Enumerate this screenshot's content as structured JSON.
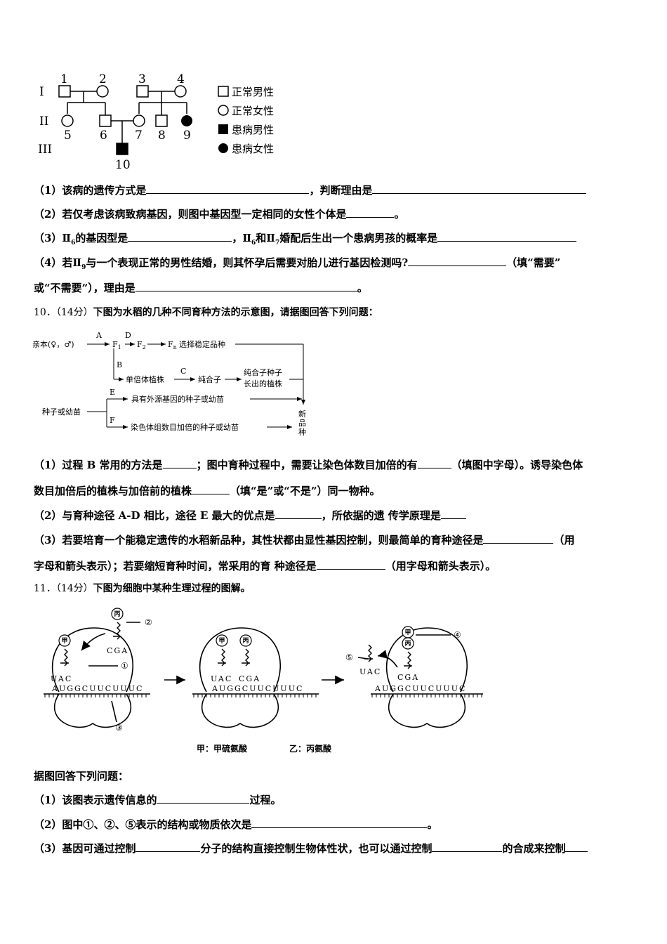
{
  "pedigree": {
    "generations": [
      "I",
      "II",
      "III"
    ],
    "numbers": [
      "1",
      "2",
      "3",
      "4",
      "5",
      "6",
      "7",
      "8",
      "9",
      "10"
    ],
    "legend": [
      "正常男性",
      "正常女性",
      "患病男性",
      "患病女性"
    ]
  },
  "q9": {
    "s1a": "（1）该病的遗传方式是",
    "s1b": "，判断理由是",
    "s2a": "（2）若仅考虑该病致病基因，则图中基因型一定相同的女性个体是",
    "s2b": "。",
    "s3a": "（3）Ⅱ",
    "s3sub1": "6",
    "s3b": "的基因型是",
    "s3c": "，Ⅱ",
    "s3sub2": "6",
    "s3d": "和Ⅱ",
    "s3sub3": "7",
    "s3e": "婚配后生出一个患病男孩的概率是",
    "s4a": "（4）若Ⅱ",
    "s4sub": "9",
    "s4b": "与一个表现正常的男性结婚，则其怀孕后需要对胎儿进行基因检测吗?",
    "s4c": "（填“需要”",
    "s4d": "或“不需要”），理由是",
    "s4e": "。"
  },
  "q10": {
    "num": "10．（14分）",
    "title": "下图为水稻的几种不同育种方法的示意图，请据图回答下列问题：",
    "diagram": {
      "parent": "亲本(♀，♂)",
      "A": "A",
      "D": "D",
      "B": "B",
      "C": "C",
      "E": "E",
      "F": "F",
      "f1": "F",
      "f1sub": "1",
      "f2": "F",
      "f2sub": "2",
      "fn": "F",
      "fnsub": "n",
      "select": "选择稳定品种",
      "haploid": "单倍体植株",
      "pure": "纯合子",
      "pure_seed_1": "纯合子种子",
      "pure_seed_2": "长出的植株",
      "seed": "种子或幼苗",
      "foreign": "具有外源基因的种子或幼苗",
      "doubled": "染色体组数目加倍的种子或幼苗",
      "new_variety": [
        "新",
        "品",
        "种"
      ]
    },
    "s1a": "（1）过程 B 常用的方法是",
    "s1b": "；图中育种过程中，需要让染色体数目加倍的有",
    "s1c": "（填图中字母）。诱导染色体",
    "s1d": "数目加倍后的植株与加倍前的植株",
    "s1e": "（填“是”或“不是”）同一物种。",
    "s2a": "（2）与育种途径 A-D 相比，途径 E 最大的优点是",
    "s2b": "，所依据的遗 传学原理是",
    "s3a": "（3）若要培育一个能稳定遗传的水稻新品种，其性状都由显性基因控制，则最简单的育种途径是",
    "s3b": "（用",
    "s3c": "字母和箭头表示）；若要缩短育种时间，常采用的育 种途径是",
    "s3d": "（用字母和箭头表示）。"
  },
  "q11": {
    "num": "11．（14分）",
    "title": "下图为细胞中某种生理过程的图解。",
    "diagram": {
      "jia": "甲",
      "bing": "丙",
      "n1": "①",
      "n2": "②",
      "n3": "③",
      "n4": "④",
      "n5": "⑤",
      "cga": "CGA",
      "uac": "UAC",
      "mrna": "AUGGCUUCUUUC",
      "legend_jia": "甲：甲硫氨酸",
      "legend_yi": "乙：丙氨酸"
    },
    "intro": "据图回答下列问题：",
    "s1a": "（1）该图表示遗传信息的",
    "s1b": "过程。",
    "s2a": "（2）图中①、②、⑤表示的结构或物质依次是",
    "s2b": "。",
    "s3a": "（3）基因可通过控制",
    "s3b": "分子的结构直接控制生物体性状，也可以通过控制",
    "s3c": "的合成来控制"
  }
}
